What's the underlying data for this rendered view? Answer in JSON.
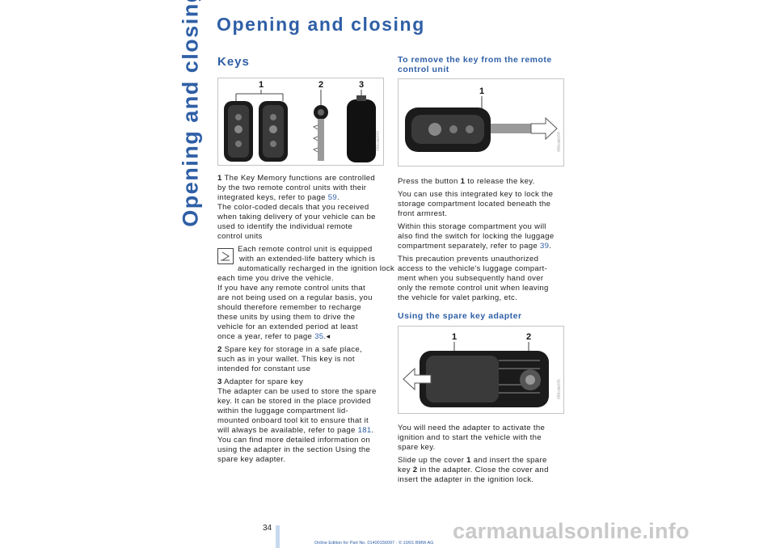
{
  "side_title": "Opening and closing",
  "page_title": "Opening and closing",
  "left": {
    "heading": "Keys",
    "figure": {
      "callouts": [
        "1",
        "2",
        "3"
      ],
      "code": "490cde043"
    },
    "item1_num": "1",
    "item1_lines": [
      "The Key Memory functions are controlled",
      "by the two remote control units with their",
      "integrated keys, refer to page "
    ],
    "item1_page": "59",
    "item1_lines2": [
      "The color-coded decals that you received",
      "when taking delivery of your vehicle can be",
      "used to identify the individual remote",
      "control units"
    ],
    "note_lines": [
      "Each remote control unit is equipped",
      "with an extended-life battery which is",
      "automatically recharged in the ignition lock",
      "each time you drive the vehicle.",
      "If you have any remote control units that",
      "are not being used on a regular basis, you",
      "should therefore remember to recharge",
      "these units by using them to drive the",
      "vehicle for an extended period at least",
      "once a year, refer to page "
    ],
    "note_page": "35",
    "note_end_mark": ".◂",
    "item2_num": "2",
    "item2_lines": [
      "Spare key for storage in a safe place,",
      "such as in your wallet. This key is not",
      "intended for constant use"
    ],
    "item3_num": "3",
    "item3_lines": [
      "Adapter for spare key",
      "The adapter can be used to store the spare",
      "key. It can be stored in the place provided",
      "within the luggage compartment lid-",
      "mounted onboard tool kit to ensure that it",
      "will always be available, refer to page "
    ],
    "item3_page": "181",
    "item3_lines2": [
      "You can find more detailed information on",
      "using the adapter in the section Using the",
      "spare key adapter."
    ]
  },
  "right": {
    "heading1_l1": "To remove the key from the remote",
    "heading1_l2": "control unit",
    "figure1": {
      "callout": "1",
      "code": "490cde044"
    },
    "p1_a": "Press the button ",
    "p1_b": "1",
    "p1_c": " to release the key.",
    "p2_lines": [
      "You can use this integrated key to lock the",
      "storage compartment located beneath the",
      "front armrest."
    ],
    "p3_lines": [
      "Within this storage compartment you will",
      "also find the switch for locking the luggage",
      "compartment separately, refer to page "
    ],
    "p3_page": "39",
    "p4_lines": [
      "This precaution prevents unauthorized",
      "access to the vehicle's luggage compart-",
      "ment when you subsequently hand over",
      "only the remote control unit when leaving",
      "the vehicle for valet parking, etc."
    ],
    "heading2": "Using the spare key adapter",
    "figure2": {
      "callouts": [
        "1",
        "2"
      ],
      "code": "490cde045"
    },
    "p5_lines": [
      "You will need the adapter to activate the",
      "ignition and to start the vehicle with the",
      "spare key."
    ],
    "p6_a": "Slide up the cover ",
    "p6_b": "1",
    "p6_c": " and insert the spare",
    "p6_d": "key ",
    "p6_e": "2",
    "p6_f": " in the adapter. Close the cover and",
    "p6_g": "insert the adapter in the ignition lock."
  },
  "page_number": "34",
  "footer": "Online Edition for Part No. 01400156097 - © 10/01 BMW AG",
  "watermark": "carmanualsonline.info",
  "colors": {
    "accent": "#2f5fa6",
    "figure_border": "#c4c4c4",
    "watermark": "#c9c9c9"
  }
}
